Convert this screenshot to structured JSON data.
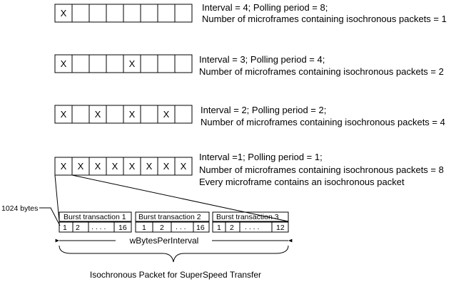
{
  "rows": [
    {
      "cells": [
        "X",
        "",
        "",
        "",
        "",
        "",
        "",
        ""
      ],
      "interval_text": "Interval = 4; Polling period = 8;",
      "count_text": "Number of microframes containing isochronous packets = 1",
      "extra_text": ""
    },
    {
      "cells": [
        "X",
        "",
        "",
        "",
        "X",
        "",
        "",
        ""
      ],
      "interval_text": "Interval = 3; Polling period = 4;",
      "count_text": "Number of microframes containing isochronous packets = 2",
      "extra_text": ""
    },
    {
      "cells": [
        "X",
        "",
        "X",
        "",
        "X",
        "",
        "X",
        ""
      ],
      "interval_text": "Interval = 2; Polling period = 2;",
      "count_text": "Number of microframes containing isochronous packets = 4",
      "extra_text": ""
    },
    {
      "cells": [
        "X",
        "X",
        "X",
        "X",
        "X",
        "X",
        "X",
        "X"
      ],
      "interval_text": "Interval =1; Polling period = 1;",
      "count_text": "Number of microframes containing isochronous packets = 8",
      "extra_text": "Every microframe contains an isochronous packet"
    }
  ],
  "bytes_label": "1024 bytes",
  "bursts": [
    {
      "title": "Burst transaction 1",
      "first": "1",
      "second": "2",
      "dots": ". . . .",
      "last": "16"
    },
    {
      "title": "Burst transaction 2",
      "first": "1",
      "second": "2",
      "dots": ". . .",
      "last": "16"
    },
    {
      "title": "Burst  transaction 3",
      "first": "1",
      "second": "2",
      "dots": ". . . .",
      "last": "12"
    }
  ],
  "span_label": "wBytesPerInterval",
  "caption": "Isochronous Packet for SuperSpeed Transfer"
}
